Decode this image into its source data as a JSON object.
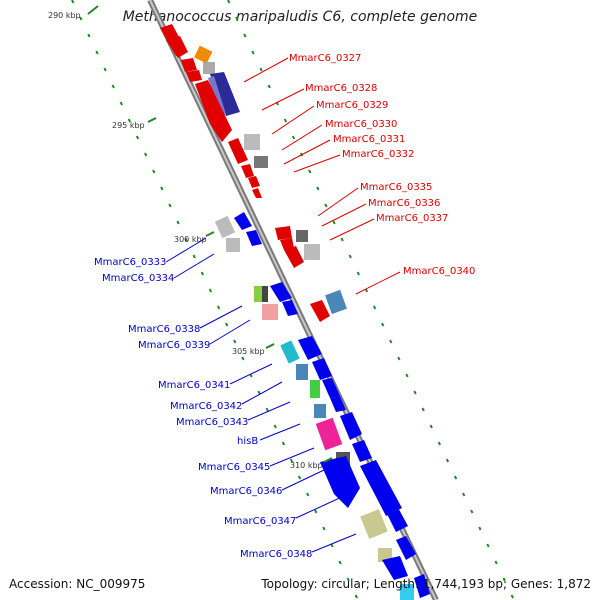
{
  "title": "Methanococcus maripaludis C6, complete genome",
  "footer": {
    "accession": "Accession: NC_009975",
    "summary": "Topology: circular; Length: 1,744,193 bp; Genes: 1,872"
  },
  "ticks": [
    "290 kbp",
    "295 kbp",
    "300 kbp",
    "305 kbp",
    "310 kbp"
  ],
  "genes_right": [
    "MmarC6_0327",
    "MmarC6_0328",
    "MmarC6_0329",
    "MmarC6_0330",
    "MmarC6_0331",
    "MmarC6_0332",
    "MmarC6_0335",
    "MmarC6_0336",
    "MmarC6_0337",
    "MmarC6_0340"
  ],
  "genes_left": [
    "MmarC6_0333",
    "MmarC6_0334",
    "MmarC6_0338",
    "MmarC6_0339",
    "MmarC6_0341",
    "MmarC6_0342",
    "MmarC6_0343",
    "hisB",
    "MmarC6_0345",
    "MmarC6_0346",
    "MmarC6_0347",
    "MmarC6_0348"
  ],
  "colors": {
    "forward_label": "#dd0000",
    "reverse_label": "#0000cc",
    "backbone": "#888888",
    "tick_dash": "#228822"
  }
}
